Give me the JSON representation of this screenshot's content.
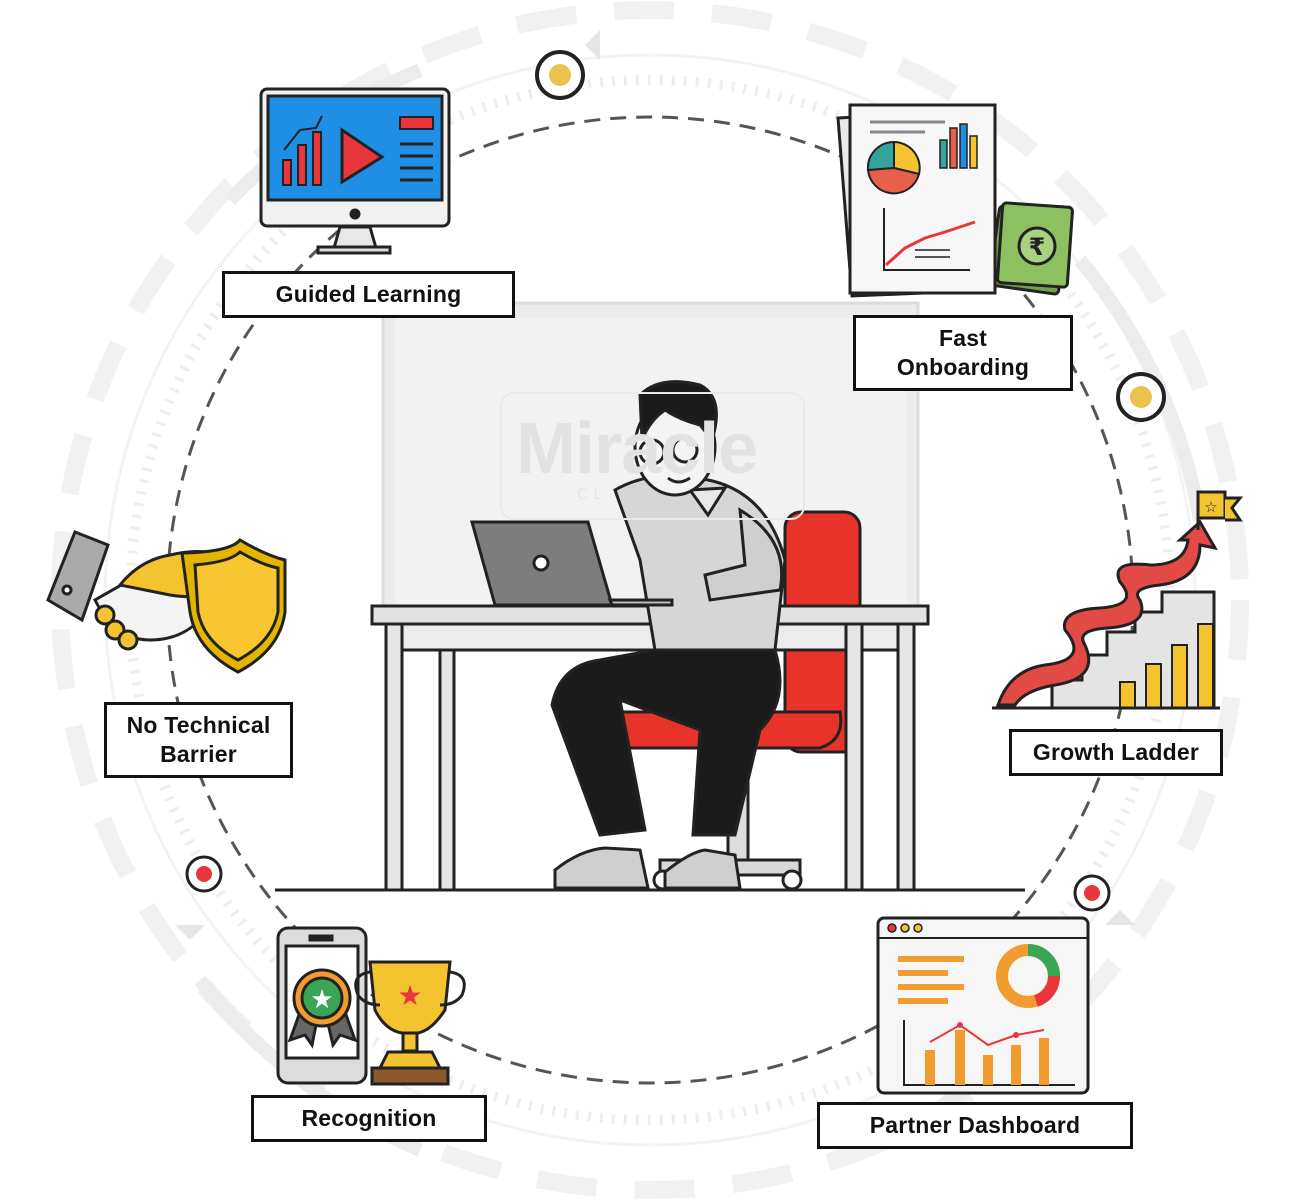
{
  "center": {
    "watermark_text": "Miracle",
    "watermark_sub": "CL"
  },
  "features": [
    {
      "id": "guided-learning",
      "lines": [
        "Guided Learning"
      ],
      "icon": "monitor-video-icon"
    },
    {
      "id": "fast-onboarding",
      "lines": [
        "Fast",
        "Onboarding"
      ],
      "icon": "report-money-icon"
    },
    {
      "id": "growth-ladder",
      "lines": [
        "Growth Ladder"
      ],
      "icon": "growth-ladder-icon"
    },
    {
      "id": "partner-dashboard",
      "lines": [
        "Partner Dashboard"
      ],
      "icon": "dashboard-window-icon"
    },
    {
      "id": "recognition",
      "lines": [
        "Recognition"
      ],
      "icon": "trophy-phone-icon"
    },
    {
      "id": "no-technical-barrier",
      "lines": [
        "No Technical",
        "Barrier"
      ],
      "icon": "handshake-shield-icon"
    }
  ],
  "colors": {
    "accent_red": "#e8373c",
    "accent_yellow": "#f4c430",
    "dash_stroke": "#555555",
    "ring_grey": "#ececec",
    "chair_red": "#e8332b",
    "screen_blue": "#1f8fe6"
  }
}
